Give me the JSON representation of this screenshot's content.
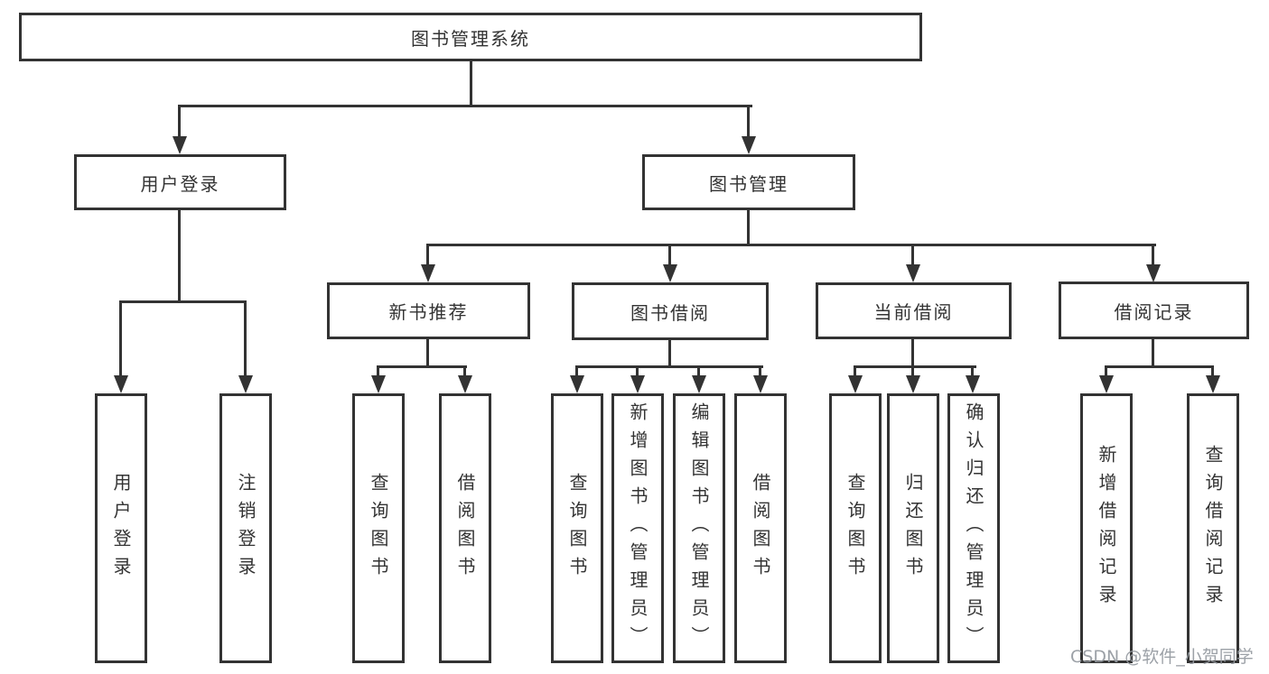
{
  "diagram": {
    "root_label": "图书管理系统",
    "level2": {
      "user_login": "用户登录",
      "book_mgmt": "图书管理"
    },
    "level3": {
      "new_books": "新书推荐",
      "book_borrow": "图书借阅",
      "current_borrow": "当前借阅",
      "borrow_records": "借阅记录"
    },
    "leaves": {
      "user_login": [
        "用户登录",
        "注销登录"
      ],
      "new_books": [
        "查询图书",
        "借阅图书"
      ],
      "book_borrow": [
        "查询图书",
        "新增图书（管理员）",
        "编辑图书（管理员）",
        "借阅图书"
      ],
      "current_borrow": [
        "查询图书",
        "归还图书",
        "确认归还（管理员）"
      ],
      "borrow_records": [
        "新增借阅记录",
        "查询借阅记录"
      ]
    }
  },
  "watermark": {
    "text": "CSDN @软件_小贺同学",
    "color": "#9499a0"
  },
  "colors": {
    "line": "#333333",
    "node_border": "#333333",
    "node_text": "#333333",
    "background": "#ffffff"
  }
}
